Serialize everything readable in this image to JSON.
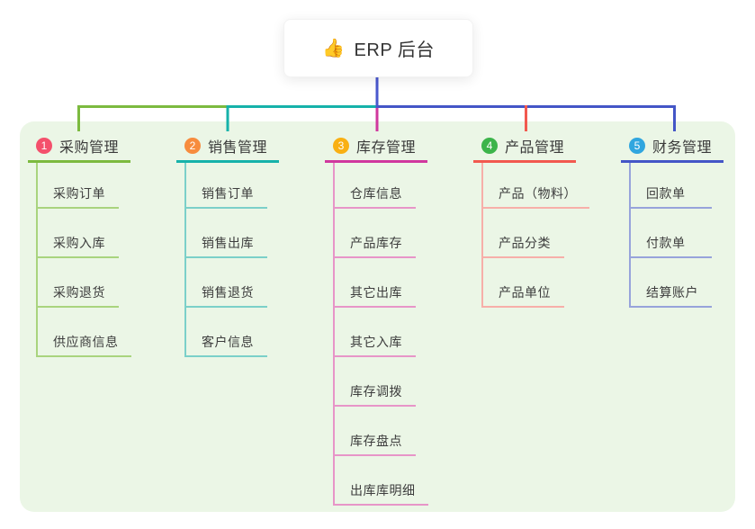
{
  "root": {
    "icon": "👍",
    "label": "ERP 后台"
  },
  "panel": {
    "bg": "#EBF6E6"
  },
  "connector": {
    "root_color": "#4A58CE"
  },
  "branches": [
    {
      "number": "1",
      "label": "采购管理",
      "badge_color": "#F4506C",
      "line_color": "#7CBA3F",
      "child_line_color": "#A9D47E",
      "children": [
        "采购订单",
        "采购入库",
        "采购退货",
        "供应商信息"
      ]
    },
    {
      "number": "2",
      "label": "销售管理",
      "badge_color": "#F78C3E",
      "line_color": "#16B2AA",
      "child_line_color": "#7BD0C9",
      "children": [
        "销售订单",
        "销售出库",
        "销售退货",
        "客户信息"
      ]
    },
    {
      "number": "3",
      "label": "库存管理",
      "badge_color": "#F9B013",
      "line_color": "#D0389E",
      "child_line_color": "#E795C8",
      "children": [
        "仓库信息",
        "产品库存",
        "其它出库",
        "其它入库",
        "库存调拨",
        "库存盘点",
        "出库库明细"
      ]
    },
    {
      "number": "4",
      "label": "产品管理",
      "badge_color": "#3CB44A",
      "line_color": "#F2594F",
      "child_line_color": "#F7AFA9",
      "children": [
        "产品（物料）",
        "产品分类",
        "产品单位"
      ]
    },
    {
      "number": "5",
      "label": "财务管理",
      "badge_color": "#30A6DF",
      "line_color": "#4456C7",
      "child_line_color": "#97A3DB",
      "children": [
        "回款单",
        "付款单",
        "结算账户"
      ]
    }
  ]
}
